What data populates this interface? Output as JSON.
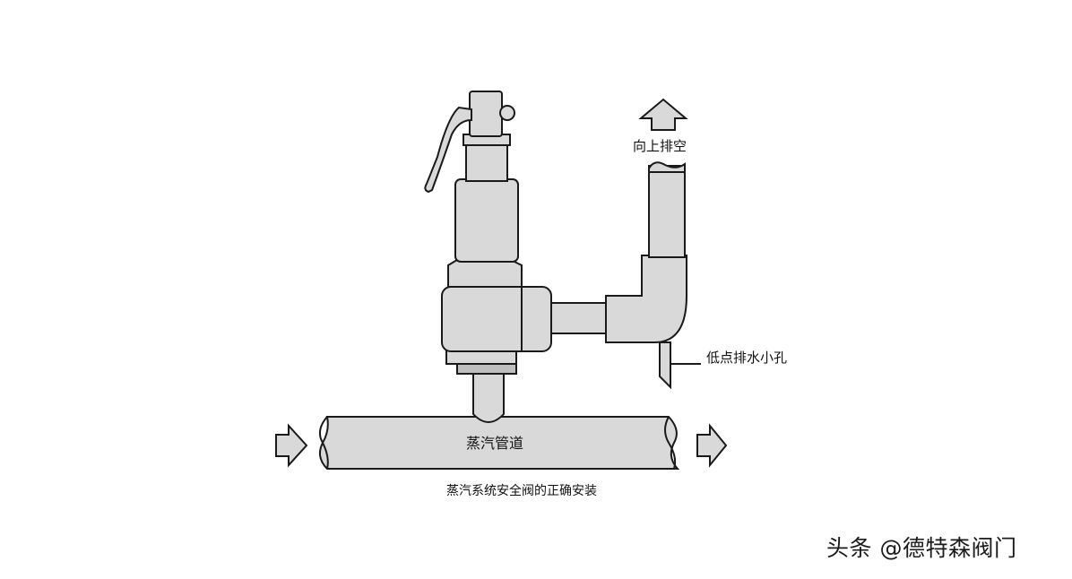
{
  "labels": {
    "vent_up": "向上排空",
    "drain_hole": "低点排水小孔",
    "pipe": "蒸汽管道",
    "caption": "蒸汽系统安全阀的正确安装"
  },
  "watermark": "头条 @德特森阀门",
  "colors": {
    "fill": "#d9d9d9",
    "stroke": "#1a1a1a",
    "background": "#ffffff"
  }
}
